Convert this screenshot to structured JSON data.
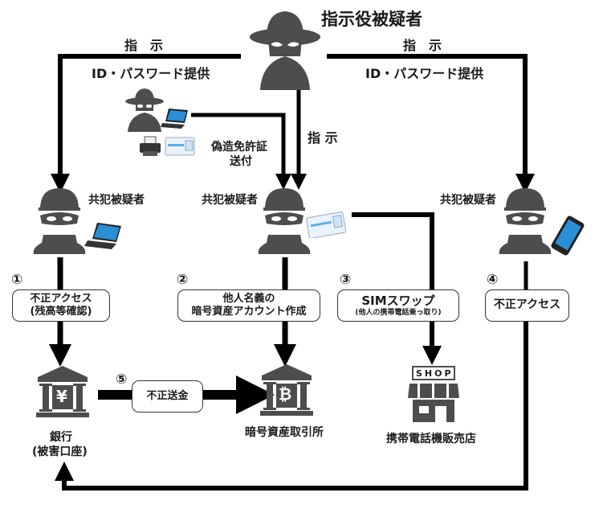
{
  "title": "指示役被疑者",
  "instruction_label": "指　示",
  "instruction_label_center": "指 示",
  "id_password_label": "ID・パスワード提供",
  "forged_license_label": [
    "偽造免許証",
    "送付"
  ],
  "accomplice_label": "共犯被疑者",
  "steps": [
    {
      "number": "①",
      "lines": [
        "不正アクセス",
        "(残高等確認)"
      ]
    },
    {
      "number": "②",
      "lines": [
        "他人名義の",
        "暗号資産アカウント作成"
      ]
    },
    {
      "number": "③",
      "lines": [
        "SIMスワップ",
        "(他人の携帯電話乗っ取り)"
      ]
    },
    {
      "number": "④",
      "lines": [
        "不正アクセス"
      ]
    },
    {
      "number": "⑤",
      "lines": [
        "不正送金"
      ]
    }
  ],
  "bank": {
    "symbol": "¥",
    "lines": [
      "銀行",
      "(被害口座)"
    ]
  },
  "exchange": {
    "symbol": "₿",
    "label": "暗号資産取引所"
  },
  "shop": {
    "sign": "SHOP",
    "label": "携帯電話機販売店"
  },
  "colors": {
    "figure": "#4d4d4d",
    "line": "#000000",
    "screen": "#2a8fd6"
  }
}
